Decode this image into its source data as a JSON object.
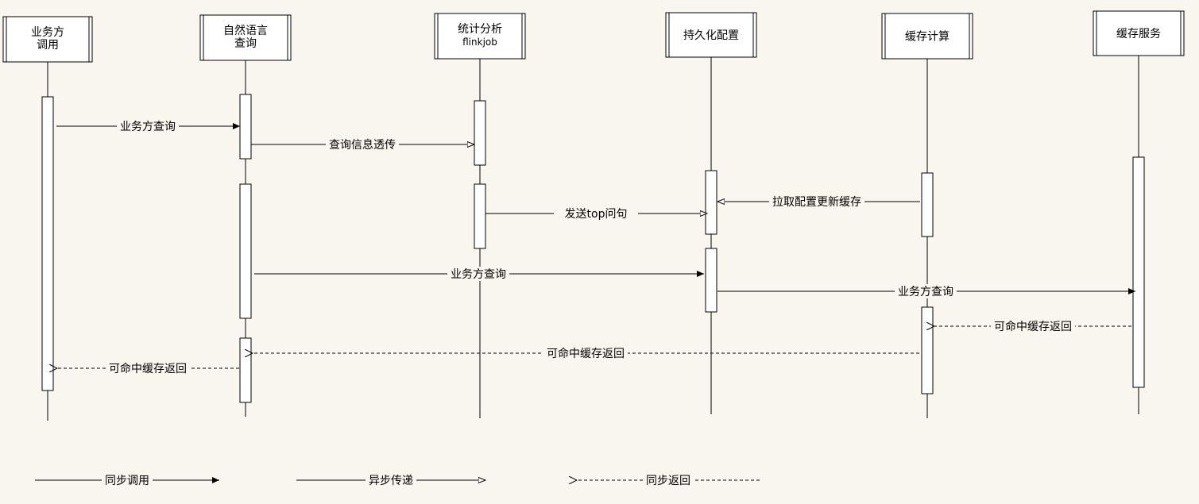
{
  "participants": [
    {
      "id": "biz",
      "lines": [
        "业务方",
        "调用"
      ]
    },
    {
      "id": "nlq",
      "lines": [
        "自然语言",
        "查询"
      ]
    },
    {
      "id": "stats",
      "lines": [
        "统计分析",
        "flinkjob"
      ]
    },
    {
      "id": "persist",
      "lines": [
        "持久化配置"
      ]
    },
    {
      "id": "cachec",
      "lines": [
        "缓存计算"
      ]
    },
    {
      "id": "caches",
      "lines": [
        "缓存服务"
      ]
    }
  ],
  "messages": [
    {
      "label": "业务方查询",
      "kind": "sync",
      "from": "biz",
      "to": "nlq"
    },
    {
      "label": "查询信息透传",
      "kind": "async",
      "from": "nlq",
      "to": "stats"
    },
    {
      "label": "拉取配置更新缓存",
      "kind": "async",
      "from": "cachec",
      "to": "persist"
    },
    {
      "label": "发送top问句",
      "kind": "async",
      "from": "stats",
      "to": "persist"
    },
    {
      "label": "业务方查询",
      "kind": "sync",
      "from": "nlq",
      "to": "persist"
    },
    {
      "label": "业务方查询",
      "kind": "sync",
      "from": "persist",
      "to": "caches"
    },
    {
      "label": "可命中缓存返回",
      "kind": "return",
      "from": "caches",
      "to": "cachec"
    },
    {
      "label": "可命中缓存返回",
      "kind": "return",
      "from": "cachec",
      "to": "nlq"
    },
    {
      "label": "可命中缓存返回",
      "kind": "return",
      "from": "nlq",
      "to": "biz"
    }
  ],
  "legend": [
    {
      "label": "同步调用",
      "kind": "sync"
    },
    {
      "label": "异步传递",
      "kind": "async"
    },
    {
      "label": "同步返回",
      "kind": "return"
    }
  ],
  "colors": {
    "line": "#000000",
    "box_fill": "#ffffff",
    "background": "#f9f6f0"
  }
}
